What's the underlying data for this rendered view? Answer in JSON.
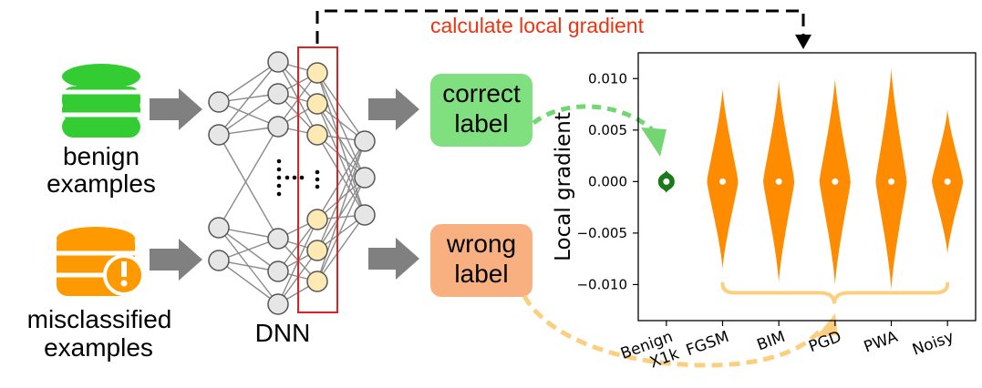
{
  "diagram": {
    "arrow_top_label": "calculate local gradient",
    "inputs": {
      "benign": [
        "benign",
        "examples"
      ],
      "misclassified": [
        "misclassified",
        "examples"
      ]
    },
    "network": {
      "label": "DNN"
    },
    "outputs": {
      "correct": [
        "correct",
        "label"
      ],
      "wrong": [
        "wrong",
        "label"
      ]
    }
  },
  "chart_data": {
    "type": "violin",
    "title": "",
    "xlabel": "",
    "ylabel": "Local gradient",
    "ylim": [
      -0.0135,
      0.0125
    ],
    "yticks": [
      0.01,
      0.005,
      0.0,
      -0.005,
      -0.01
    ],
    "ytick_labels": [
      "0.010",
      "0.005",
      "0.000",
      "−0.005",
      "−0.010"
    ],
    "grid": false,
    "categories": [
      "Benign\nX1k",
      "FGSM",
      "BIM",
      "PGD",
      "PWA",
      "Noisy"
    ],
    "series": [
      {
        "category": "Benign\nX1k",
        "median": 0.0,
        "min": -0.0011,
        "max": 0.0011,
        "color": "#1a7a1a"
      },
      {
        "category": "FGSM",
        "median": 0.0,
        "min": -0.0085,
        "max": 0.009,
        "color": "#ff8c00"
      },
      {
        "category": "BIM",
        "median": 0.0,
        "min": -0.0098,
        "max": 0.0098,
        "color": "#ff8c00"
      },
      {
        "category": "PGD",
        "median": 0.0,
        "min": -0.01,
        "max": 0.01,
        "color": "#ff8c00"
      },
      {
        "category": "PWA",
        "median": 0.0,
        "min": -0.0105,
        "max": 0.011,
        "color": "#ff8c00"
      },
      {
        "category": "Noisy",
        "median": 0.0,
        "min": -0.007,
        "max": 0.007,
        "color": "#ff8c00"
      }
    ]
  },
  "colors": {
    "benign_db": "#33cc33",
    "misclassified_db": "#ff9900",
    "correct_box": "#80e080",
    "wrong_box": "#f8b080",
    "top_label": "#ee3311",
    "arrow_gray": "#808080",
    "node_fill": "#e6e6e6",
    "node_highlight": "#fde9b3",
    "layer_box": "#dd2222",
    "violin_benign": "#1a7a1a",
    "violin_attack": "#ff8c00",
    "brace": "#fbcf7f"
  }
}
